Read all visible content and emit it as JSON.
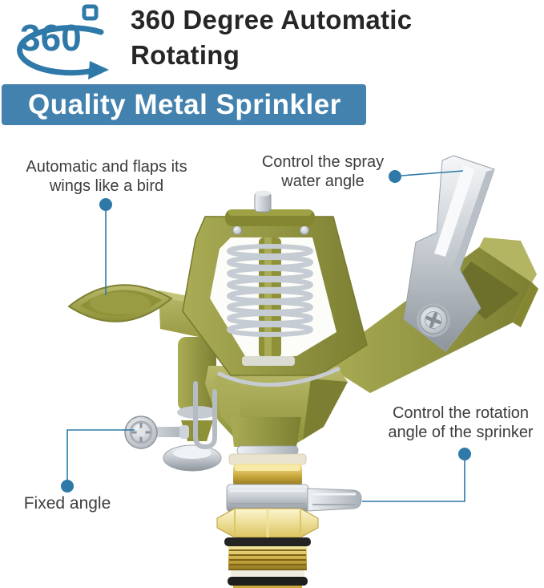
{
  "header": {
    "logo": {
      "icon": "360-degree-rotation-icon",
      "text": "360",
      "degree_symbol": "°",
      "color": "#2f79a9"
    },
    "title_line1": "360 Degree Automatic",
    "title_line2": "Rotating"
  },
  "banner": {
    "label": "Quality Metal Sprinkler",
    "background": "#4382ae",
    "text_color": "#ffffff"
  },
  "callouts": {
    "flap": {
      "line1": "Automatic and flaps its",
      "line2": "wings like a bird"
    },
    "spray": {
      "line1": "Control the spray",
      "line2": "water angle"
    },
    "rotation": {
      "line1": "Control the rotation",
      "line2": "angle of the sprinker"
    },
    "fixed": {
      "line1": "Fixed angle"
    }
  },
  "accent_color": "#2f79a9",
  "product": {
    "icon": "impact-sprinkler-illustration",
    "body_color": "#9a9c40",
    "metal_color": "#c9ced4",
    "brass_color": "#d9bd52"
  }
}
